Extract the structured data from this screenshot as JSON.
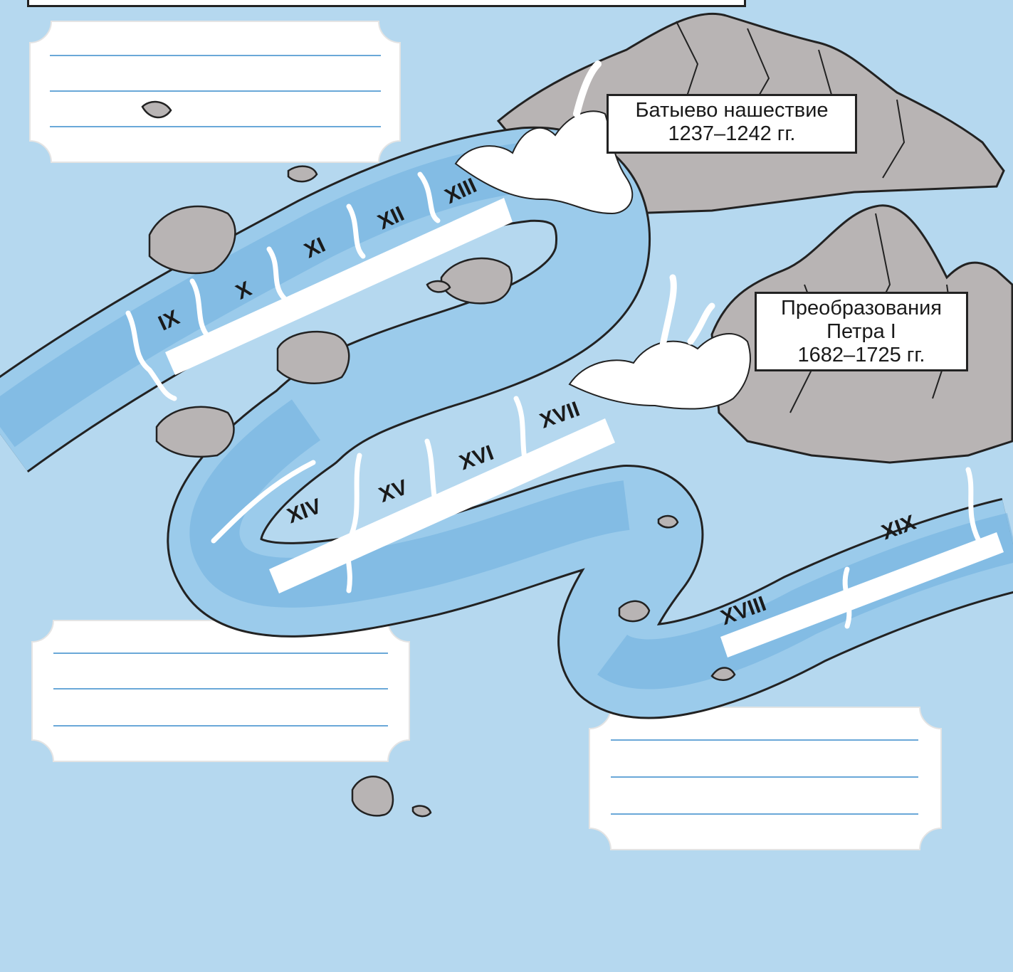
{
  "callouts": {
    "batu": {
      "line1": "Батыево нашествие",
      "line2": "1237–1242 гг."
    },
    "peter": {
      "line1": "Преобразования",
      "line2": "Петра I",
      "line3": "1682–1725 гг."
    }
  },
  "centuries": [
    "IX",
    "X",
    "XI",
    "XII",
    "XIII",
    "XIV",
    "XV",
    "XVI",
    "XVII",
    "XVIII",
    "XIX"
  ],
  "colors": {
    "background": "#b5d8ef",
    "river": "#9bcbeb",
    "river_dark": "#6fb0df",
    "rock": "#b8b4b4",
    "foam": "#ffffff",
    "outline": "#222222"
  },
  "answer_boxes": [
    "top-left",
    "bottom-left",
    "bottom-right"
  ]
}
